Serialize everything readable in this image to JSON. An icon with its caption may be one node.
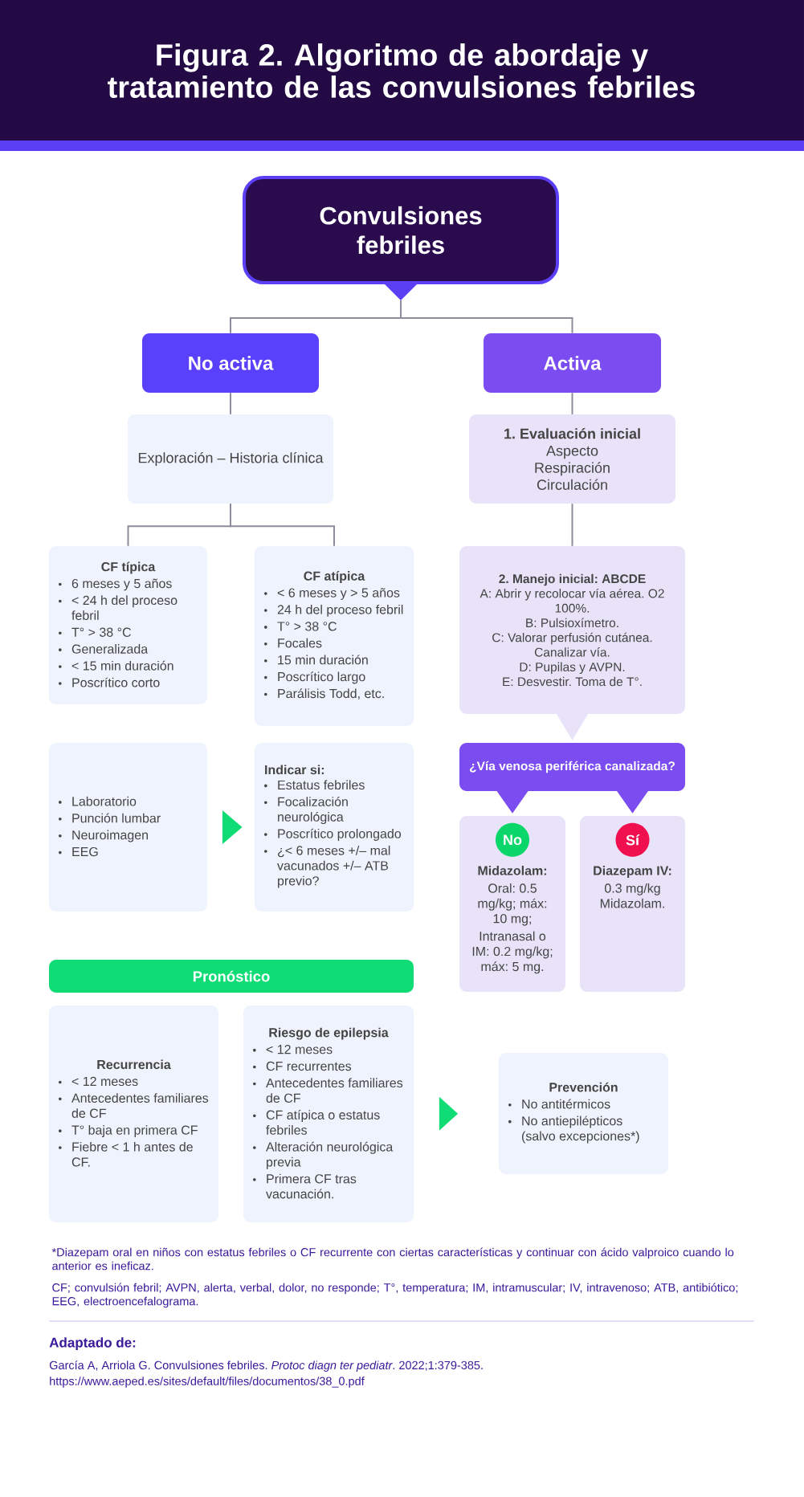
{
  "diagram": {
    "title": "Figura 2. Algoritmo de abordaje y tratamiento de las convulsiones febriles",
    "nodes": [
      {
        "text": [
          "Convulsiones febriles"
        ]
      },
      {
        "text": [
          "No activa"
        ]
      },
      {
        "text": [
          "Activa"
        ]
      },
      {
        "text": [
          "Exploración – Historia clínica"
        ]
      },
      {
        "text": [
          "1. Evaluación inicial",
          "Aspecto",
          "Respiración",
          "Circulación"
        ]
      },
      {
        "text": [
          "CF típica",
          "6 meses y 5 años",
          "< 24 h del proceso febril",
          "T° > 38 °C",
          "Generalizada",
          "< 15 min duración",
          "Poscrítico corto"
        ]
      },
      {
        "text": [
          "CF atípica",
          "< 6 meses y > 5 años",
          "24 h del proceso febril",
          "T° > 38 °C",
          "Focales",
          "15 min duración",
          "Poscrítico largo",
          "Parálisis Todd, etc."
        ]
      },
      {
        "text": [
          "2. Manejo inicial: ABCDE",
          "A: Abrir y recolocar vía aérea. O2 100%.",
          "B: Pulsioxímetro.",
          "C: Valorar perfusión cutánea. Canalizar vía.",
          "D: Pupilas y AVPN.",
          "E: Desvestir. Toma de T°."
        ]
      },
      {
        "text": [
          "Laboratorio",
          "Punción lumbar",
          "Neuroimagen",
          "EEG"
        ]
      },
      {
        "text": [
          "Indicar si:",
          "Estatus febriles",
          "Focalización neurológica",
          "Poscrítico prolongado",
          "¿< 6 meses +/– mal vacunados +/– ATB previo?"
        ]
      },
      {
        "text": [
          "¿Vía venosa periférica canalizada?"
        ]
      },
      {
        "text": [
          "Midazolam:",
          "Oral: 0.5 mg/kg; máx: 10 mg;",
          "Intranasal o IM: 0.2 mg/kg; máx: 5 mg."
        ]
      },
      {
        "text": [
          "No"
        ],
        "in": 11
      },
      {
        "text": [
          "Diazepam IV:",
          "0.3 mg/kg Midazolam."
        ]
      },
      {
        "text": [
          "Sí"
        ],
        "in": 13
      },
      {
        "text": [
          "Pronóstico"
        ]
      },
      {
        "text": [
          "Recurrencia",
          "< 12 meses",
          "Antecedentes familiares de CF",
          "T° baja en primera CF",
          "Fiebre < 1 h antes de CF."
        ]
      },
      {
        "text": [
          "Riesgo de epilepsia",
          "< 12 meses",
          "CF recurrentes",
          "Antecedentes familiares de CF",
          "CF atípica o estatus febriles",
          "Alteración neurológica previa",
          "Primera CF tras vacunación."
        ]
      },
      {
        "text": [
          "Prevención",
          "No antitérmicos",
          "No antiepilépticos (salvo excepciones*)"
        ]
      }
    ],
    "edges": [
      {
        "from": 0,
        "to": 1,
        "arrow": "none"
      },
      {
        "from": 0,
        "to": 2,
        "arrow": "none"
      },
      {
        "from": 1,
        "to": 3,
        "arrow": "none"
      },
      {
        "from": 2,
        "to": 4,
        "arrow": "none"
      },
      {
        "from": 3,
        "to": 5,
        "arrow": "none"
      },
      {
        "from": 3,
        "to": 6,
        "arrow": "none"
      },
      {
        "from": 4,
        "to": 7,
        "arrow": "none"
      },
      {
        "from": 7,
        "to": 10,
        "arrow": "to"
      },
      {
        "from": 10,
        "to": 11,
        "arrow": "to"
      },
      {
        "from": 10,
        "to": 13,
        "arrow": "to"
      },
      {
        "from": 8,
        "to": 9,
        "arrow": "to"
      },
      {
        "from": 17,
        "to": 18,
        "arrow": "to"
      }
    ],
    "labels": [
      "*Diazepam oral en niños con estatus febriles o CF recurrente con ciertas características y continuar con ácido valproico cuando lo anterior es ineficaz.",
      "CF; convulsión febril; AVPN, alerta, verbal, dolor, no responde; T°, temperatura; IM, intramuscular; IV, intravenoso; ATB, antibiótico; EEG, electroencefalograma.",
      "Adaptado de:",
      "García A, Arriola G. Convulsiones febriles. *Protoc diagn ter pediatr*. 2022;1:379-385.",
      "https://www.aeped.es/sites/default/files/documentos/38_0.pdf"
    ]
  }
}
